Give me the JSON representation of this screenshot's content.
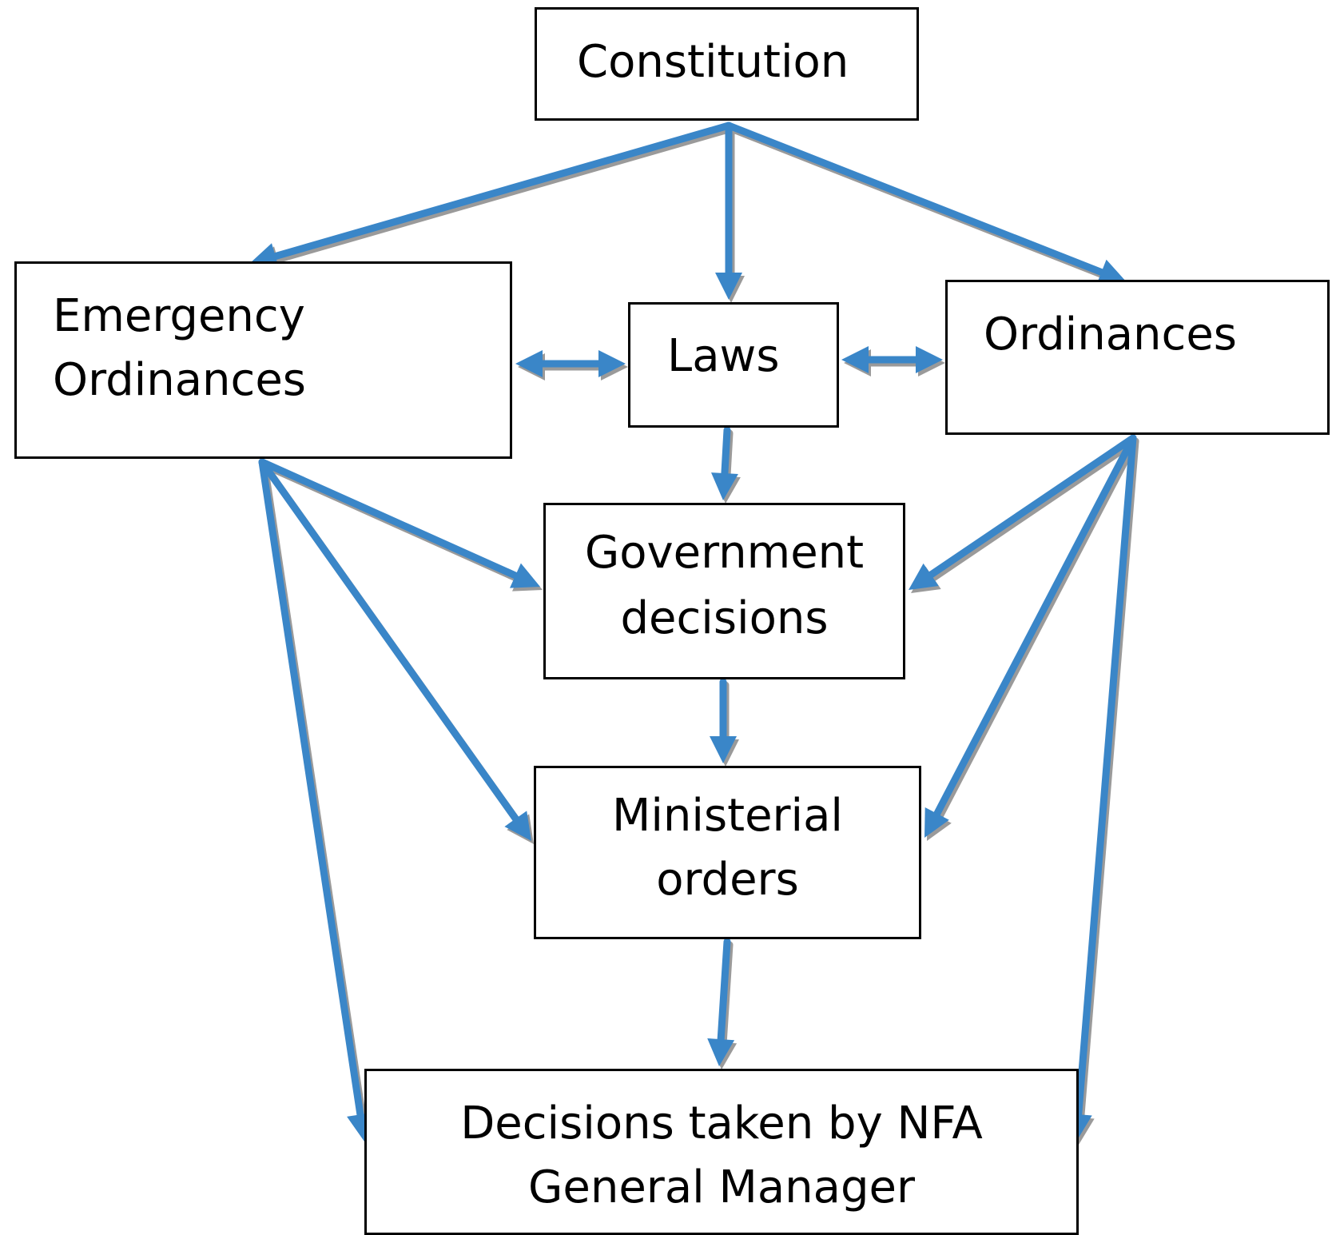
{
  "boxes": {
    "constitution": {
      "label": "Constitution"
    },
    "emergency": {
      "line1": "Emergency",
      "line2": "Ordinances"
    },
    "laws": {
      "label": "Laws"
    },
    "ordinances": {
      "label": "Ordinances"
    },
    "government": {
      "line1": "Government",
      "line2": "decisions"
    },
    "ministerial": {
      "line1": "Ministerial",
      "line2": "orders"
    },
    "nfa": {
      "line1": "Decisions taken by NFA",
      "line2": "General Manager"
    }
  },
  "colors": {
    "arrow": "#3a86c8",
    "arrow_shadow": "#9a9a9a",
    "box_border": "#000000",
    "text": "#000000"
  }
}
